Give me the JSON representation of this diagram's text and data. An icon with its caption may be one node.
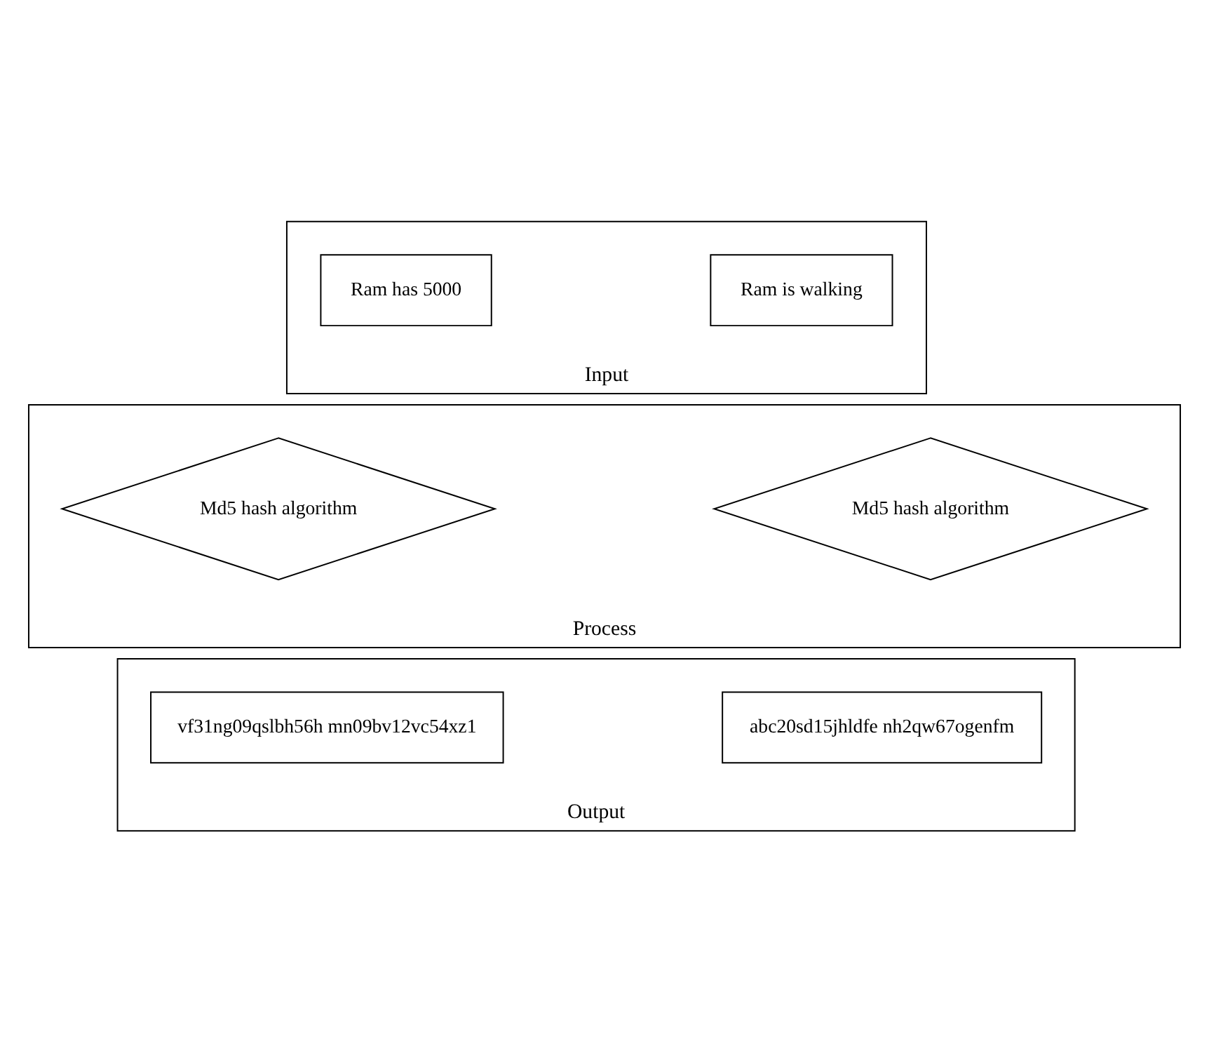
{
  "diagram": {
    "nodes": [
      {
        "text": [
          "Input"
        ]
      },
      {
        "text": [
          "Ram is walking"
        ],
        "in": 0
      },
      {
        "text": [
          "Ram has 5000"
        ],
        "in": 0
      },
      {
        "text": [
          "Process"
        ]
      },
      {
        "text": [
          "Md5 hash algorithm"
        ],
        "in": 3
      },
      {
        "text": [
          "Md5 hash algorithm"
        ],
        "in": 3
      },
      {
        "text": [
          "Output"
        ]
      },
      {
        "text": [
          "abc20sd15jhldfe nh2qw67ogenfm"
        ],
        "in": 6
      },
      {
        "text": [
          "vf31ng09qslbh56h mn09bv12vc54xz1"
        ],
        "in": 6
      }
    ],
    "edges": []
  }
}
